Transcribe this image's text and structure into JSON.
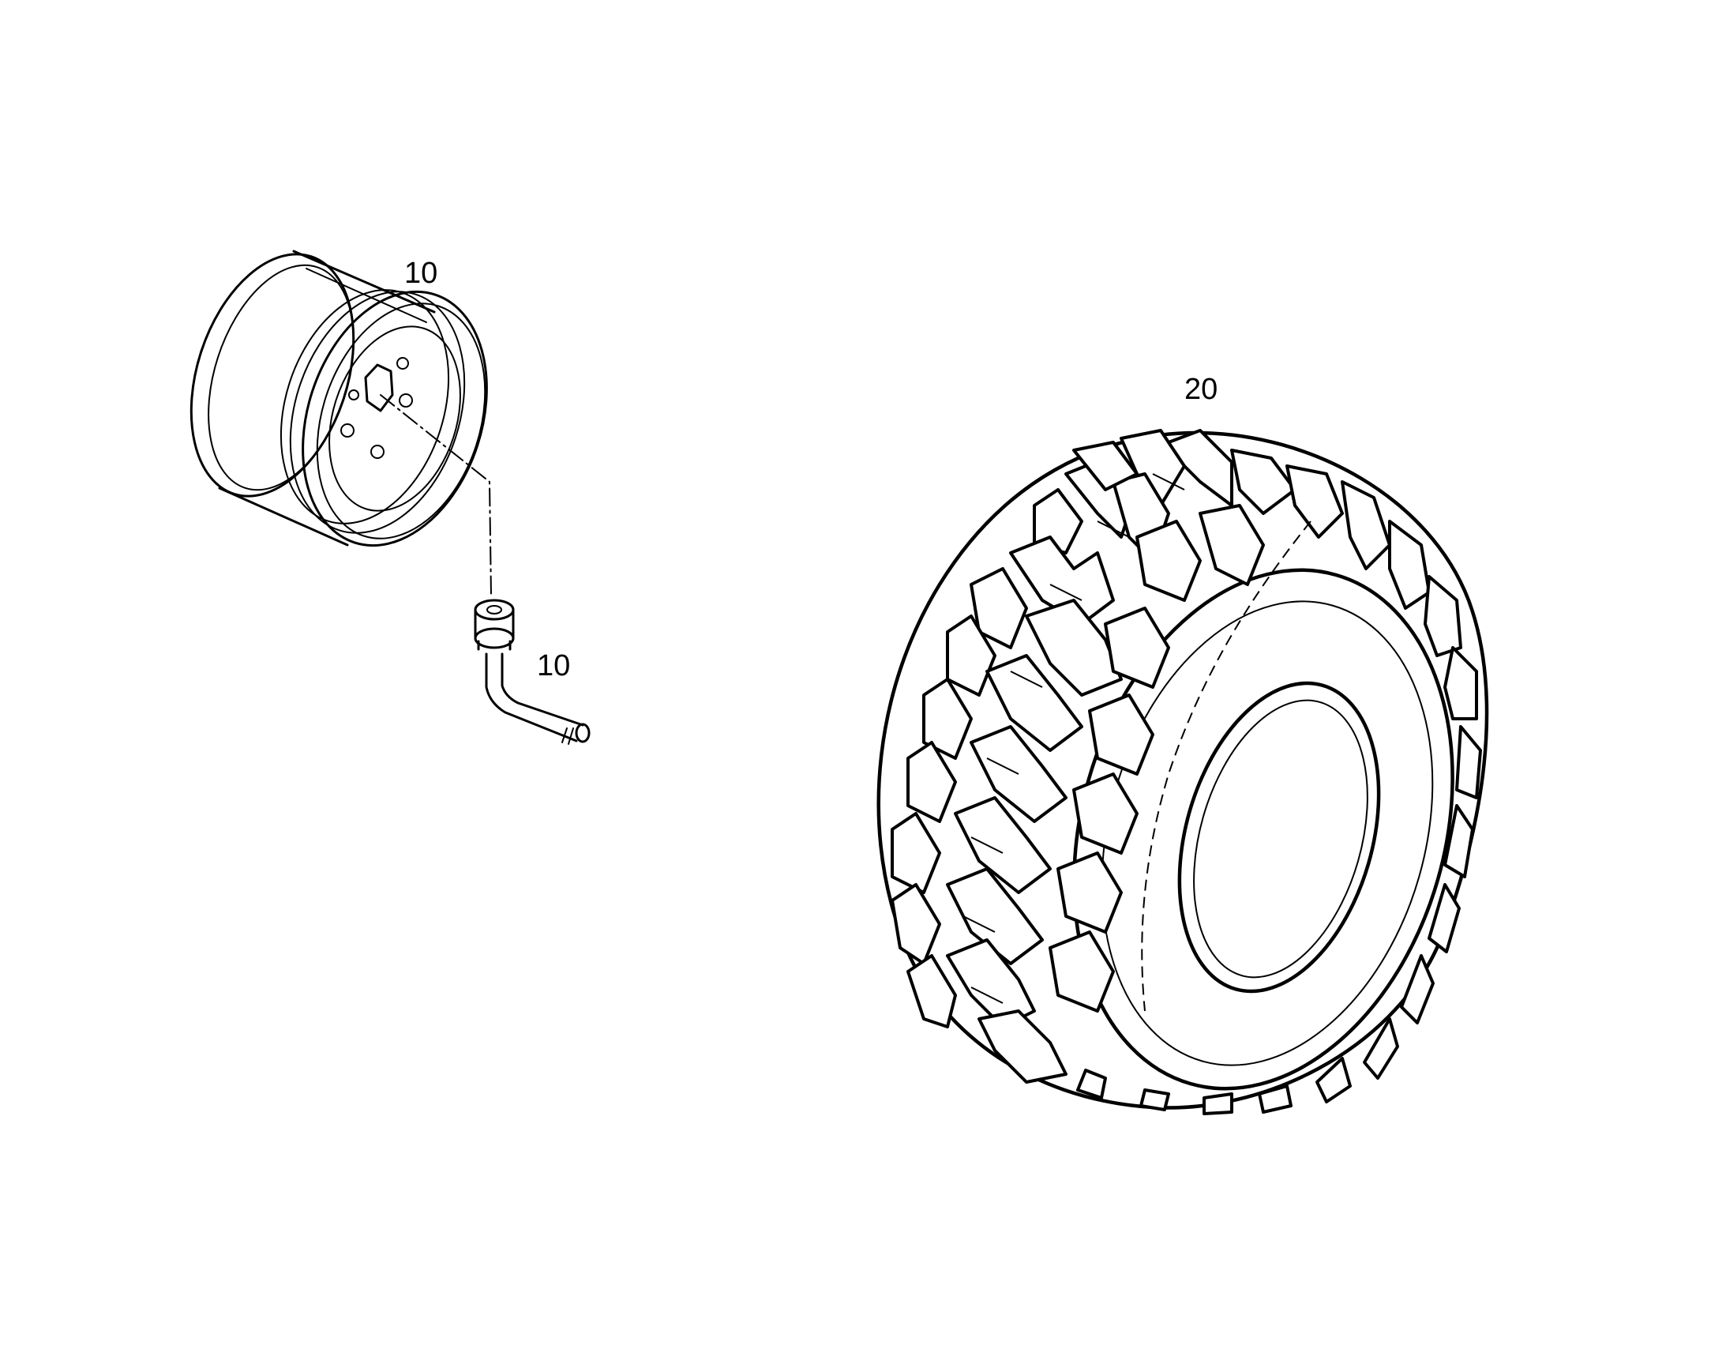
{
  "callouts": {
    "rim_label": "10",
    "valve_label": "10",
    "tyre_label": "20"
  }
}
